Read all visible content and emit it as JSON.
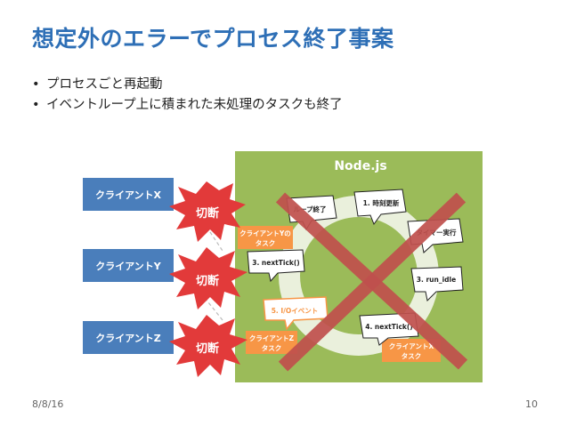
{
  "slide": {
    "title": "想定外のエラーでプロセス終了事案",
    "bullets": [
      "プロセスごと再起動",
      "イベントループ上に積まれた未処理のタスクも終了"
    ],
    "date": "8/8/16",
    "page_number": "10"
  },
  "diagram": {
    "container_label": "Node.js",
    "clients": [
      "クライアントX",
      "クライアントY",
      "クライアントZ"
    ],
    "disconnect_label": "切断",
    "loop_steps": {
      "step1": "1. 時刻更新",
      "timer": "タイマー実行",
      "run_idle": "3. run_idle",
      "step4": "4. nextTick()",
      "io_event": "5. I/Oイベント",
      "next_tick": "3. nextTick()",
      "loop_end": "ループ終了"
    },
    "tasks": {
      "task_y_line1": "クライアントYの",
      "task_y_line2": "タスク",
      "task_z_line1": "クライアントZ",
      "task_z_line2": "タスク",
      "task_x_line1": "クライアントX",
      "task_x_line2": "タスク"
    },
    "colors": {
      "client_box": "#4a7ebb",
      "node_bg": "#9bbb59",
      "ring": "#e6eed6",
      "task_orange": "#f79646",
      "starburst": "#e23a3a",
      "cross": "#c0504d"
    }
  }
}
